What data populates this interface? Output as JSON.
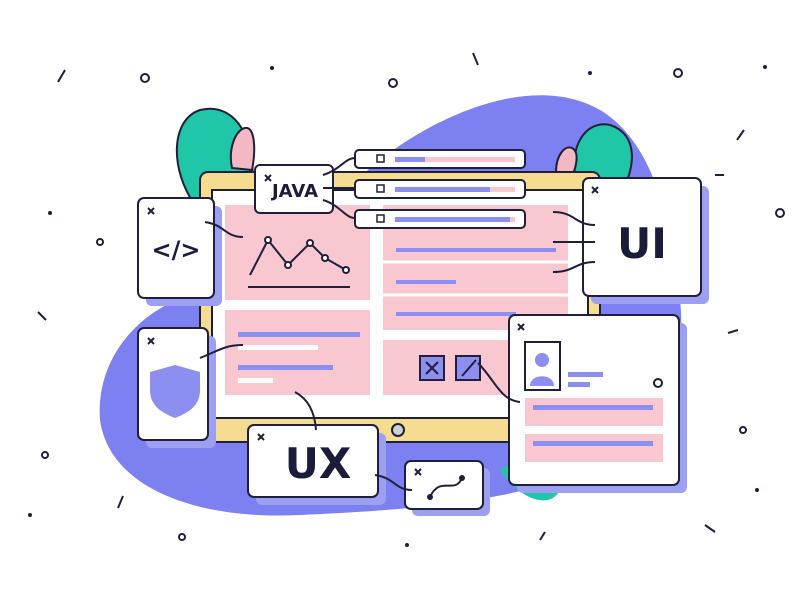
{
  "labels": {
    "java": "JAVA",
    "ui": "UI",
    "ux": "UX",
    "code": "</>"
  },
  "icons": {
    "close": "close-icon",
    "code": "code-brackets-icon",
    "shield": "shield-icon",
    "user": "user-avatar-icon",
    "chart": "line-chart-icon",
    "curve": "bezier-curve-icon"
  },
  "colors": {
    "outline": "#1f1f3a",
    "purple_blob": "#7c80f0",
    "teal": "#1fc7a8",
    "pink_panel": "#f8c7cf",
    "accent_purple": "#8c8ff0",
    "monitor_yellow": "#f6dc90",
    "skin_pink": "#f3b8c4"
  }
}
